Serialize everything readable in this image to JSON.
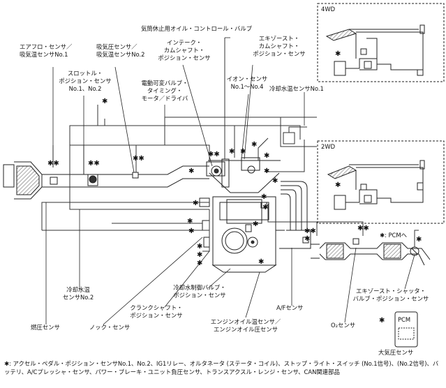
{
  "insets": {
    "top": "4WD",
    "bottom": "2WD"
  },
  "labels": {
    "airflow": [
      "エアフロ・センサ／",
      "吸気温センサNo.1"
    ],
    "map": [
      "吸気圧センサ／",
      "吸気温センサNo.2"
    ],
    "throttle": [
      "スロットル・",
      "ポジション・センサ",
      "No.1、No.2"
    ],
    "cyl_deact": "気筒休止用オイル・コントロール・バルブ",
    "intake_cam": [
      "インテーク・",
      "カムシャフト・",
      "ポジション・センサ"
    ],
    "exhaust_cam": [
      "エキゾースト・",
      "カムシャフト・",
      "ポジション・センサ"
    ],
    "evtc": [
      "電動可変バルブ・",
      "タイミング・",
      "モータ／ドライバ"
    ],
    "ion": [
      "イオン・センサ",
      "No.1〜No.4"
    ],
    "ect1": "冷却水温センサNo.1",
    "ect2": [
      "冷却水温",
      "センサNo.2"
    ],
    "coolant_valve": [
      "冷却水制御バルブ・",
      "ポジション・センサ"
    ],
    "crank": [
      "クランクシャフト・",
      "ポジション・センサ"
    ],
    "fuel_press": "燃圧センサ",
    "knock": "ノック・センサ",
    "oil_temp": [
      "エンジンオイル温センサ／",
      "エンジンオイル圧センサ"
    ],
    "af": "A/Fセンサ",
    "o2": "O₂センサ",
    "exh_shutter": [
      "エキゾースト・シャッタ・",
      "バルブ・ポジション・センサ"
    ],
    "pcm_note": "✱: PCMへ",
    "pcm": "PCM",
    "baro": "大気圧センサ"
  },
  "marks": {
    "single": "✱",
    "double": "✱✱"
  },
  "footnote": "✱: アクセル・ペダル・ポジション・センサNo.1、No.2、IG1リレー、オルタネータ (ステータ・コイル)、ストップ・ライト・スイッチ (No.1信号)、(No.2信号)、バッテリ、A/Cプレッシャ・センサ、パワー・ブレーキ・ユニット負圧センサ、トランスアクスル・レンジ・センサ、CAN関連部品"
}
